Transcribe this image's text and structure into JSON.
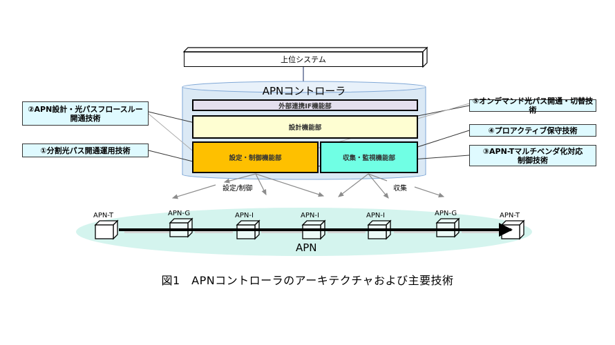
{
  "upper_system": "上位システム",
  "controller": {
    "title": "APNコントローラ",
    "blocks": {
      "external_if": "外部連携IF機能部",
      "design": "設計機能部",
      "setting_control": "設定・制御機能部",
      "collect_monitor": "収集・監視機能部"
    }
  },
  "callouts": {
    "tech1": "①分割光パス開通運用技術",
    "tech2_line1": "②APN設計・光パスフロースルー",
    "tech2_line2": "開通技術",
    "tech3_line1": "③APN-Tマルチベンダ化対応",
    "tech3_line2": "制御技術",
    "tech4": "④プロアクティブ保守技術",
    "tech5": "⑤オンデマンド光パス開通・切替技術"
  },
  "flow_labels": {
    "setting": "設定/制御",
    "collect": "収集"
  },
  "network": {
    "label": "APN",
    "nodes": [
      "APN-T",
      "APN-G",
      "APN-I",
      "APN-I",
      "APN-I",
      "APN-G",
      "APN-T"
    ]
  },
  "caption": "図1　APNコントローラのアーキテクチャおよび主要技術",
  "colors": {
    "external_if": "#e4dfee",
    "design": "#fefed2",
    "setting_control": "#fec000",
    "collect_monitor": "#70ffe4",
    "callout_bg": "#dffaff",
    "cylinder": "#dbe9f5",
    "network_ellipse": "#d4f4ee"
  }
}
